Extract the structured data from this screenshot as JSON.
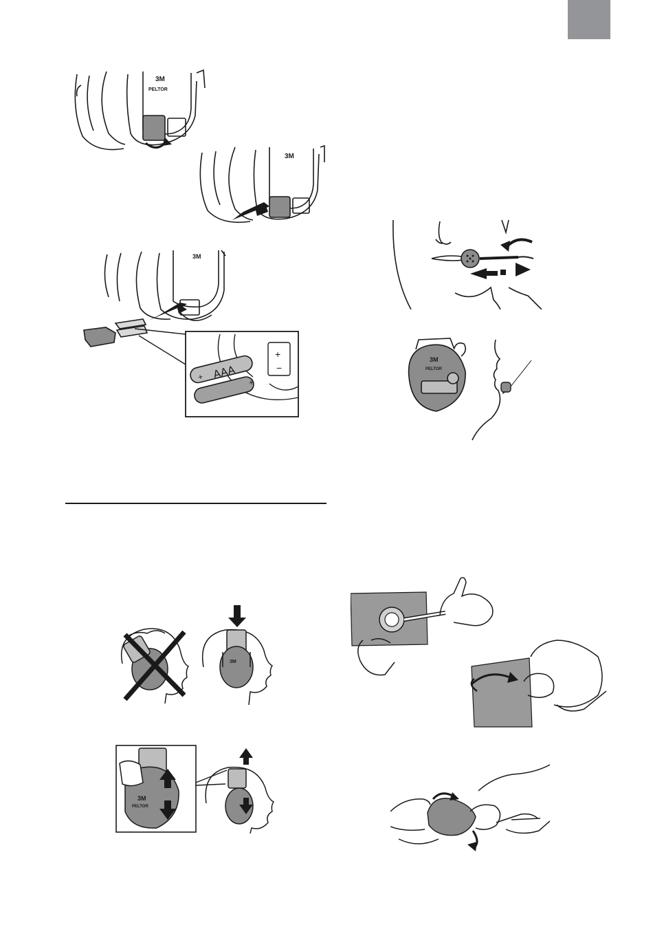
{
  "colors": {
    "tab_marker": "#939598",
    "line": "#1a1a1a",
    "grey_fill": "#8c8c8c",
    "light_grey": "#bdbdbd",
    "paper_grey": "#9a9a9a"
  },
  "brand": {
    "logo": "3M",
    "product": "PELTOR"
  },
  "battery": {
    "type_label": "AAA",
    "plus": "+",
    "minus": "−"
  },
  "icons": {
    "tab": "page-tab-marker",
    "rule": "section-divider",
    "cross": "incorrect-fit-cross"
  }
}
